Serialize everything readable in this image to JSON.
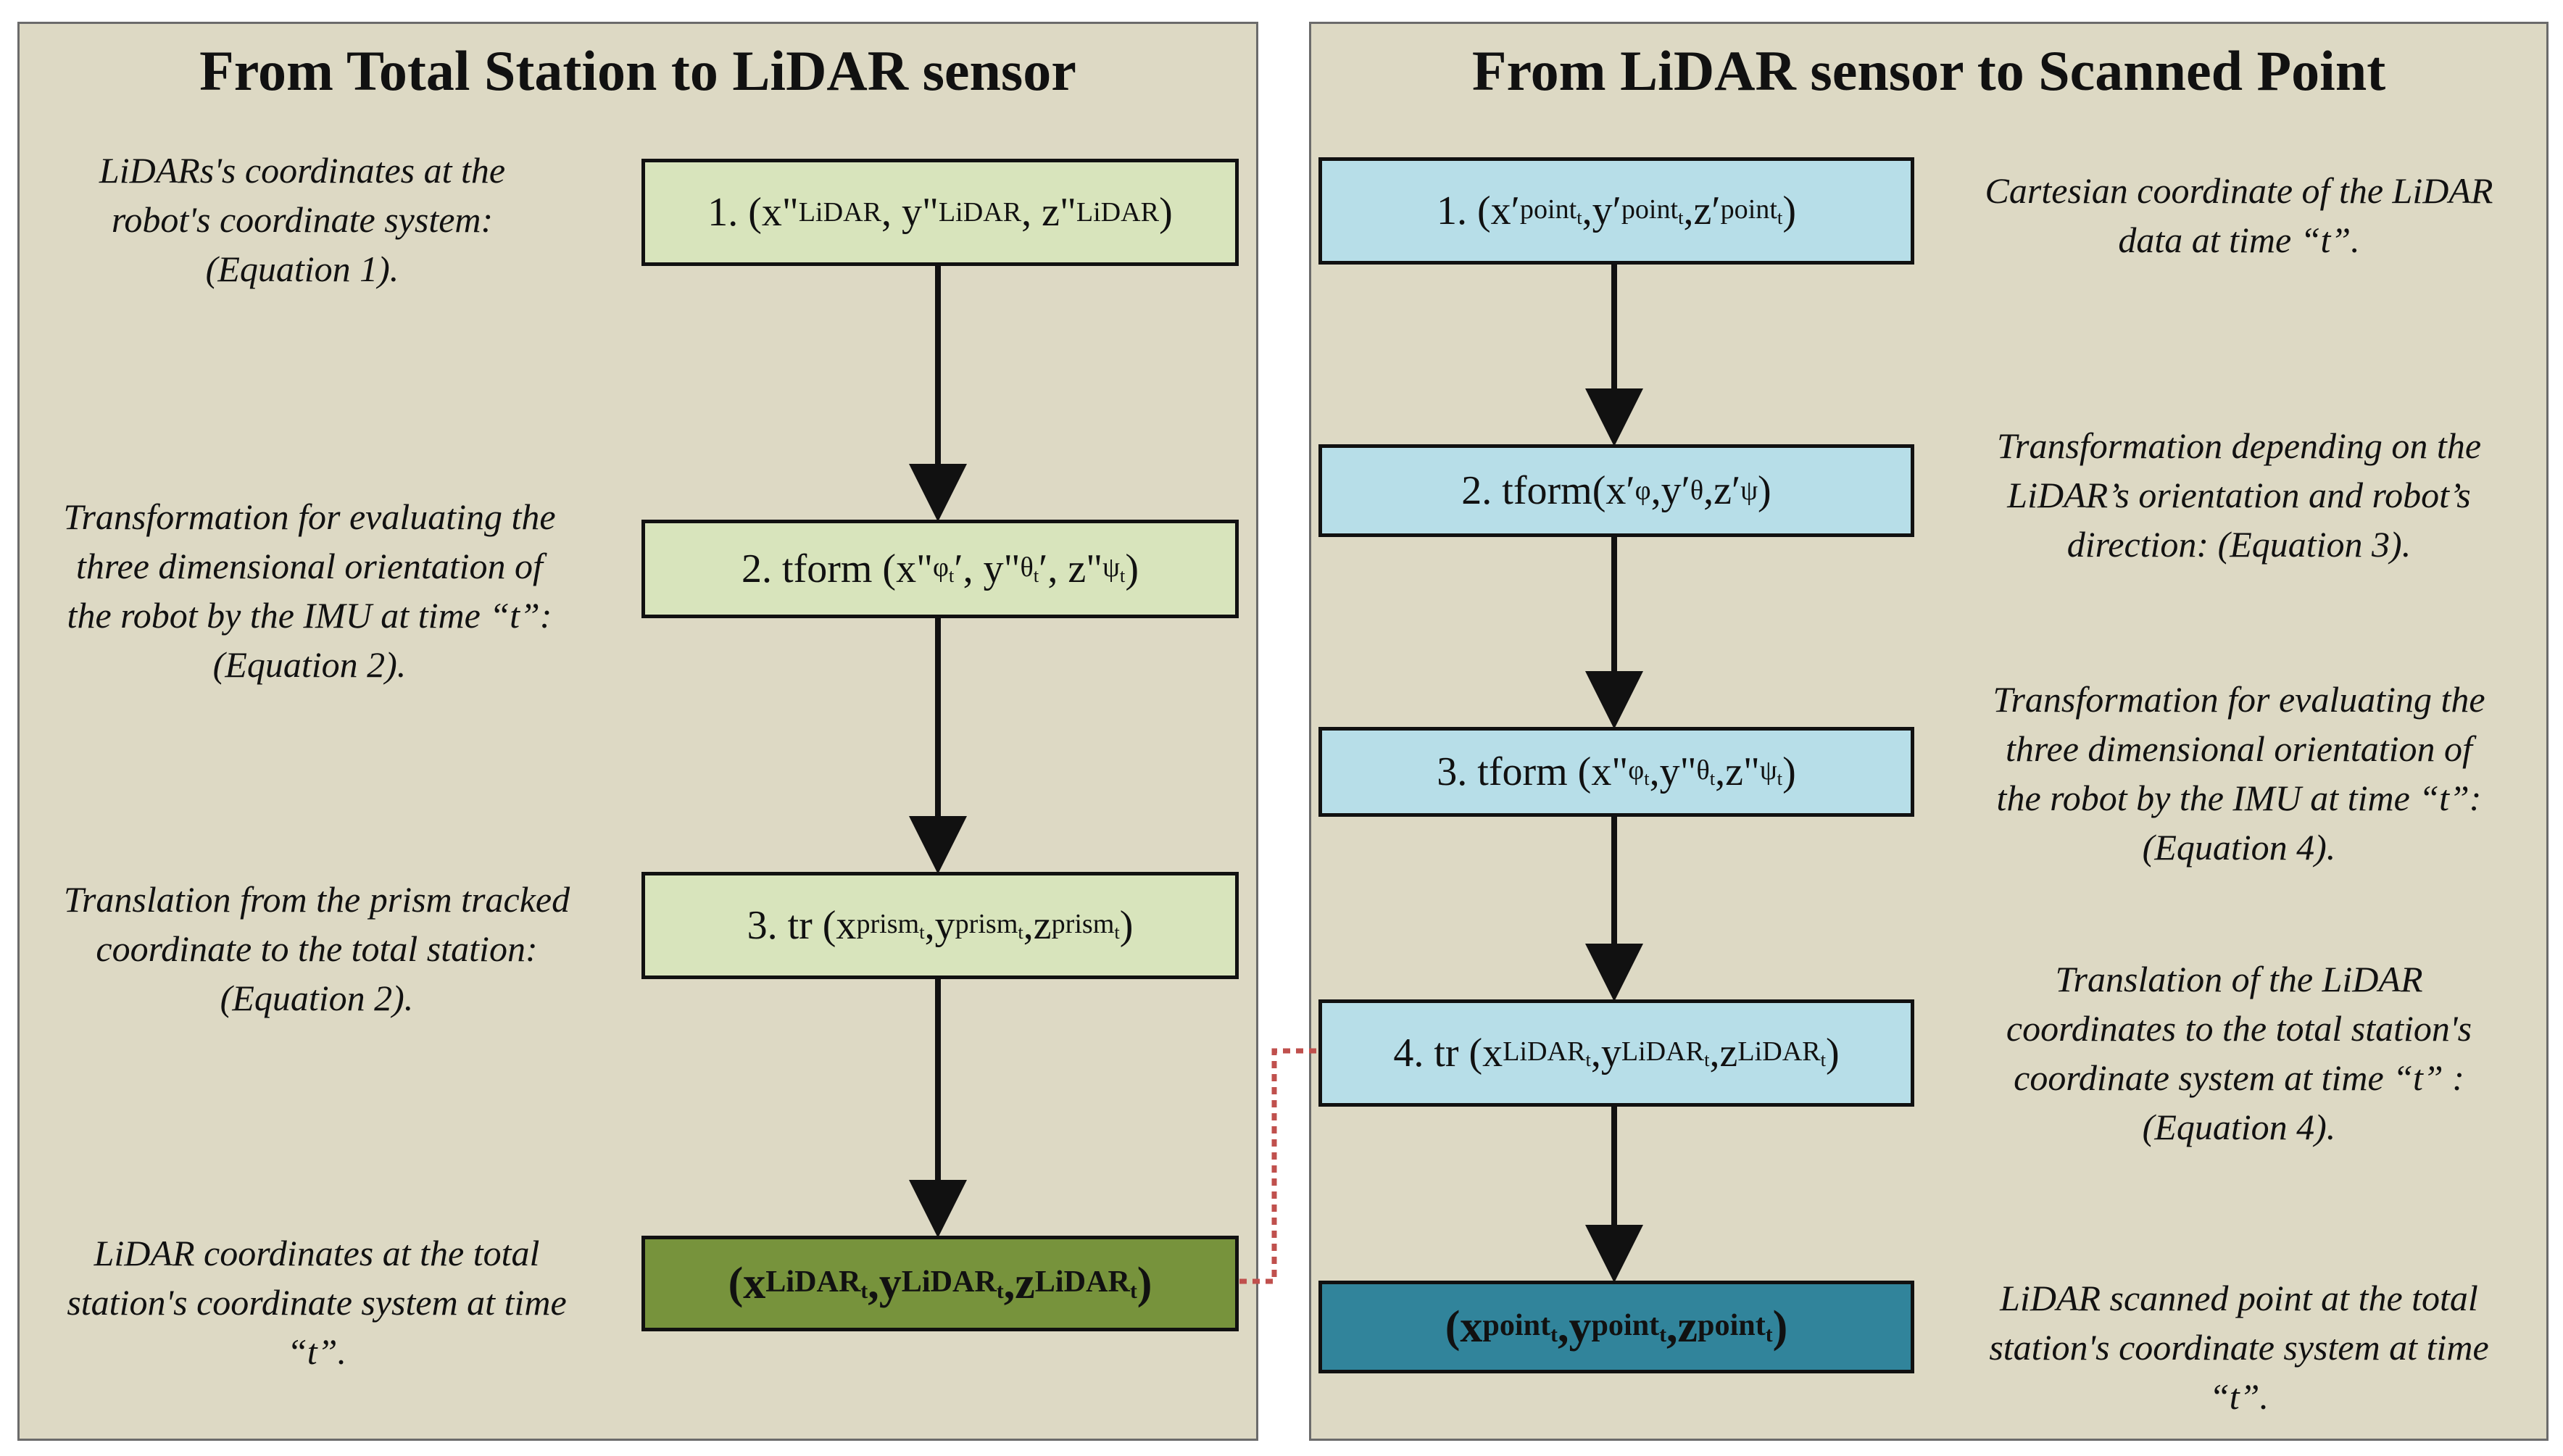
{
  "left": {
    "title": "From Total Station to LiDAR sensor",
    "boxes": {
      "b1": {
        "num": "1. (x ",
        "q1": "\"",
        "s1": "LiDAR",
        "c1": ", y ",
        "q2": "\"",
        "s2": "LiDAR",
        "c2": ", z",
        "q3": "\"",
        "s3": "LiDAR",
        "end": ")"
      },
      "b2": {
        "pre": "2.  tform (x\"",
        "s1": "φ",
        "ss1": "t",
        "mid1": "′, y\"",
        "s2": "θ",
        "ss2": "t",
        "mid2": "′, z\"",
        "s3": "ψ",
        "ss3": "t",
        "end": ")"
      },
      "b3": {
        "pre": "3. tr (x",
        "s1": "prism",
        "ss1": "t",
        "mid1": " ,y",
        "s2": "prism",
        "ss2": "t",
        "mid2": ",z",
        "s3": "prism",
        "ss3": "t",
        "end": ")"
      },
      "b4": {
        "pre": "(x",
        "s1": "LiDAR",
        "ss1": "t",
        "mid1": " ,y",
        "s2": "LiDAR",
        "ss2": "t",
        "mid2": ",z",
        "s3": "LiDAR",
        "ss3": "t",
        "end": ")"
      }
    },
    "notes": [
      [
        "LiDARs's coordinates at the",
        "robot's coordinate system:",
        "(Equation 1)."
      ],
      [
        "Transformation for evaluating  the",
        "three dimensional orientation of",
        "the robot by the IMU at time “t”:",
        "(Equation 2)."
      ],
      [
        "Translation from the prism tracked",
        "coordinate to the total station:",
        "(Equation 2)."
      ],
      [
        "LiDAR  coordinates at the total",
        "station's coordinate system  at time",
        "“t”."
      ]
    ]
  },
  "right": {
    "title": "From LiDAR sensor to Scanned Point",
    "boxes": {
      "b1": {
        "pre": "1. (x′",
        "s1": "point",
        "ss1": "t",
        "mid1": " ,y′",
        "s2": "point",
        "ss2": "t",
        "mid2": ",z′",
        "s3": "point",
        "ss3": "t",
        "end": ")"
      },
      "b2": {
        "pre": "2. tform(x′",
        "s1": "φ",
        "mid1": ",y′",
        "s2": "θ",
        "mid2": ",z′",
        "s3": "ψ",
        "end": ")"
      },
      "b3": {
        "pre": "3. tform (x\"",
        "s1": "φ",
        "ss1": "t",
        "mid1": ",y\"",
        "s2": "θ",
        "ss2": "t",
        "mid2": ",z\"",
        "s3": "ψ",
        "ss3": "t",
        "end": ")"
      },
      "b4": {
        "pre": "4. tr (x",
        "s1": "LiDAR",
        "ss1": "t",
        "mid1": " ,y",
        "s2": "LiDAR",
        "ss2": "t",
        "mid2": ",z",
        "s3": "LiDAR",
        "ss3": "t",
        "end": ")"
      },
      "b5": {
        "pre": "(x",
        "s1": "point",
        "ss1": "t",
        "mid1": " ,y",
        "s2": "point",
        "ss2": "t",
        "mid2": ",z",
        "s3": "point",
        "ss3": "t",
        "end": ")"
      }
    },
    "notes": [
      [
        "Cartesian coordinate of the LiDAR",
        "data at time “t”."
      ],
      [
        "Transformation depending on the",
        "LiDAR’s orientation and robot’s",
        "direction: (Equation 3)."
      ],
      [
        "Transformation for evaluating  the",
        "three dimensional orientation of",
        "the robot by the IMU at time “t”:",
        "(Equation 4)."
      ],
      [
        "Translation of the LiDAR",
        "coordinates to the total station's",
        "coordinate system  at time “t” :",
        "(Equation 4)."
      ],
      [
        "LiDAR  scanned point at the total",
        "station's coordinate system at time",
        "“t”."
      ]
    ]
  },
  "colors": {
    "panel_bg": "#ddd9c4",
    "green_light": "#d8e4bc",
    "green_dark": "#77933c",
    "blue_light": "#b7dee8",
    "blue_dark": "#31849b",
    "connector": "#c0504d"
  }
}
